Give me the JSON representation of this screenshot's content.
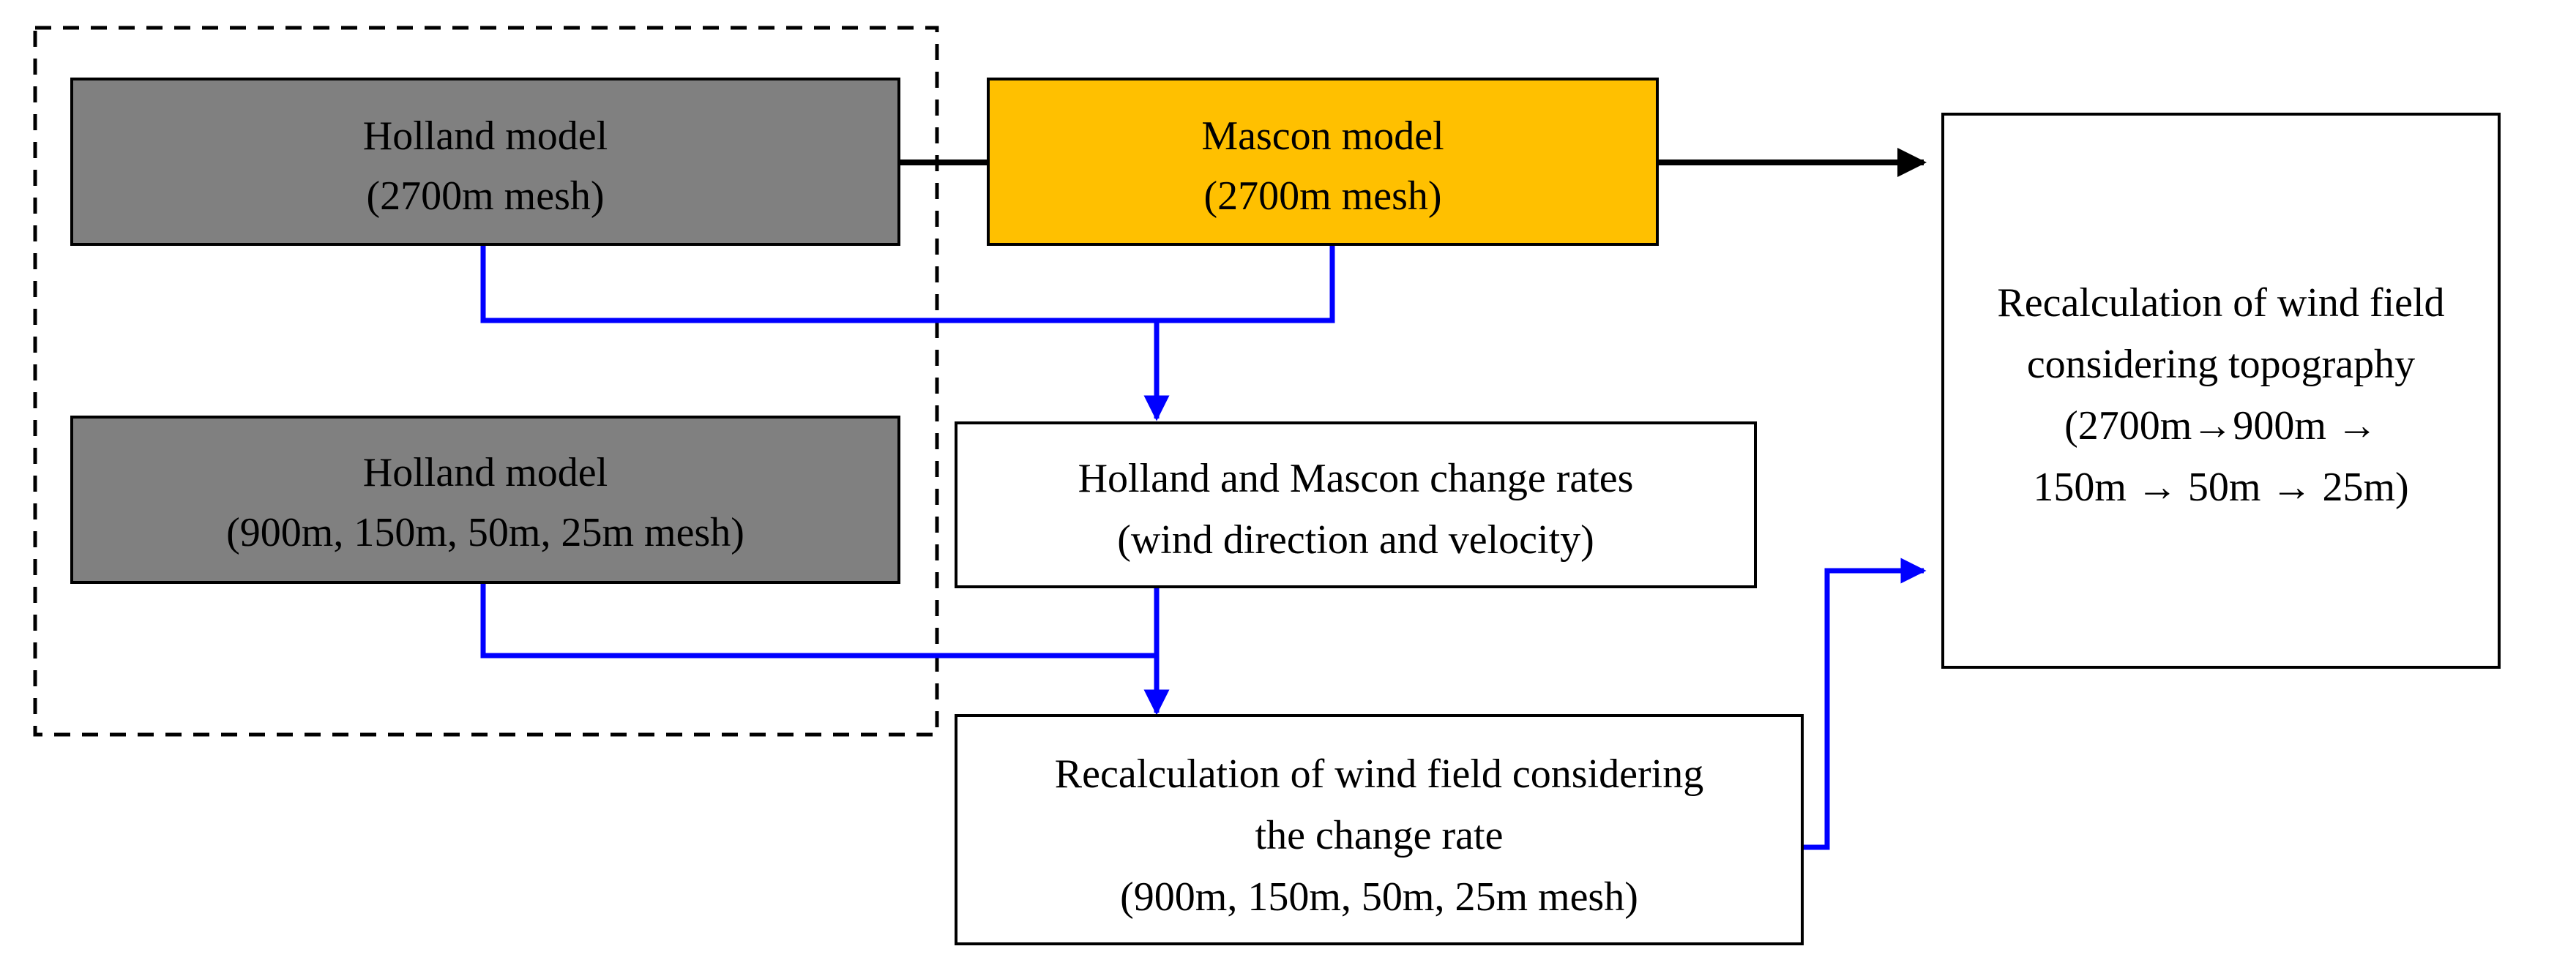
{
  "colors": {
    "holland_fill": "#808080",
    "mascon_fill": "#FFC000",
    "plain_fill": "#FFFFFF",
    "border": "#000000",
    "blue_connector": "#0000FF",
    "black_connector": "#000000"
  },
  "nodes": {
    "holland_2700": {
      "line1": "Holland model",
      "line2": "(2700m mesh)"
    },
    "mascon_2700": {
      "line1": "Mascon model",
      "line2": "(2700m mesh)"
    },
    "holland_fine": {
      "line1": "Holland model",
      "line2": "(900m, 150m, 50m, 25m mesh)"
    },
    "change_rates": {
      "line1": "Holland and Mascon change rates",
      "line2": "(wind direction and velocity)"
    },
    "recalc_change_rate": {
      "line1": "Recalculation of wind field considering",
      "line2": "the change rate",
      "line3": "(900m, 150m, 50m, 25m mesh)"
    },
    "recalc_topography": {
      "line1": "Recalculation of wind field",
      "line2": "considering topography",
      "line3": "(2700m→900m →",
      "line4": "150m → 50m → 25m)"
    }
  }
}
